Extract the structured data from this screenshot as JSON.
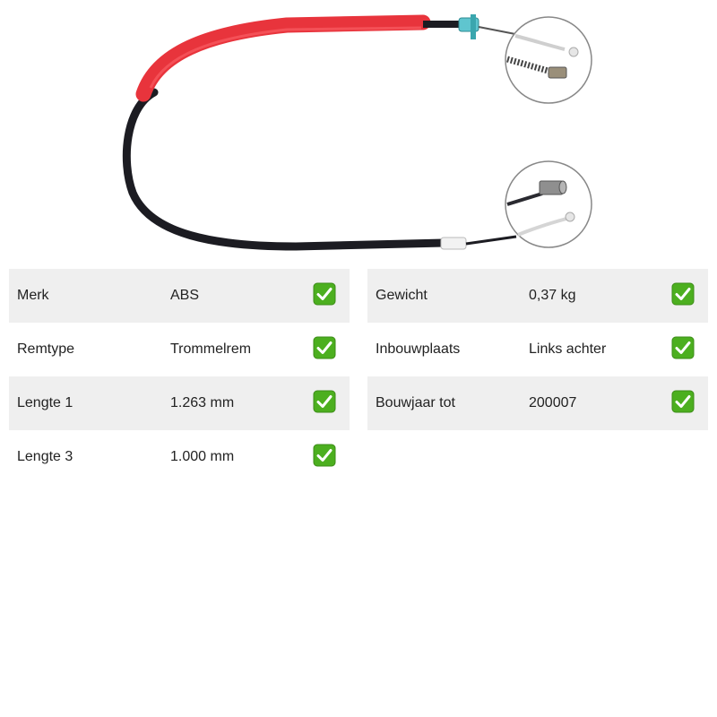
{
  "product": {
    "image_icon": "brake-cable-image"
  },
  "check_icon": "check-mark-icon",
  "colors": {
    "row_shade": "#efefef",
    "check_green": "#4caf1f",
    "sleeve_red": "#e8343c"
  },
  "specs_left": [
    {
      "label": "Merk",
      "value": "ABS"
    },
    {
      "label": "Remtype",
      "value": "Trommelrem"
    },
    {
      "label": "Lengte 1",
      "value": "1.263 mm"
    },
    {
      "label": "Lengte 3",
      "value": "1.000 mm"
    }
  ],
  "specs_right": [
    {
      "label": "Gewicht",
      "value": "0,37 kg"
    },
    {
      "label": "Inbouwplaats",
      "value": "Links achter"
    },
    {
      "label": "Bouwjaar tot",
      "value": "200007"
    }
  ]
}
